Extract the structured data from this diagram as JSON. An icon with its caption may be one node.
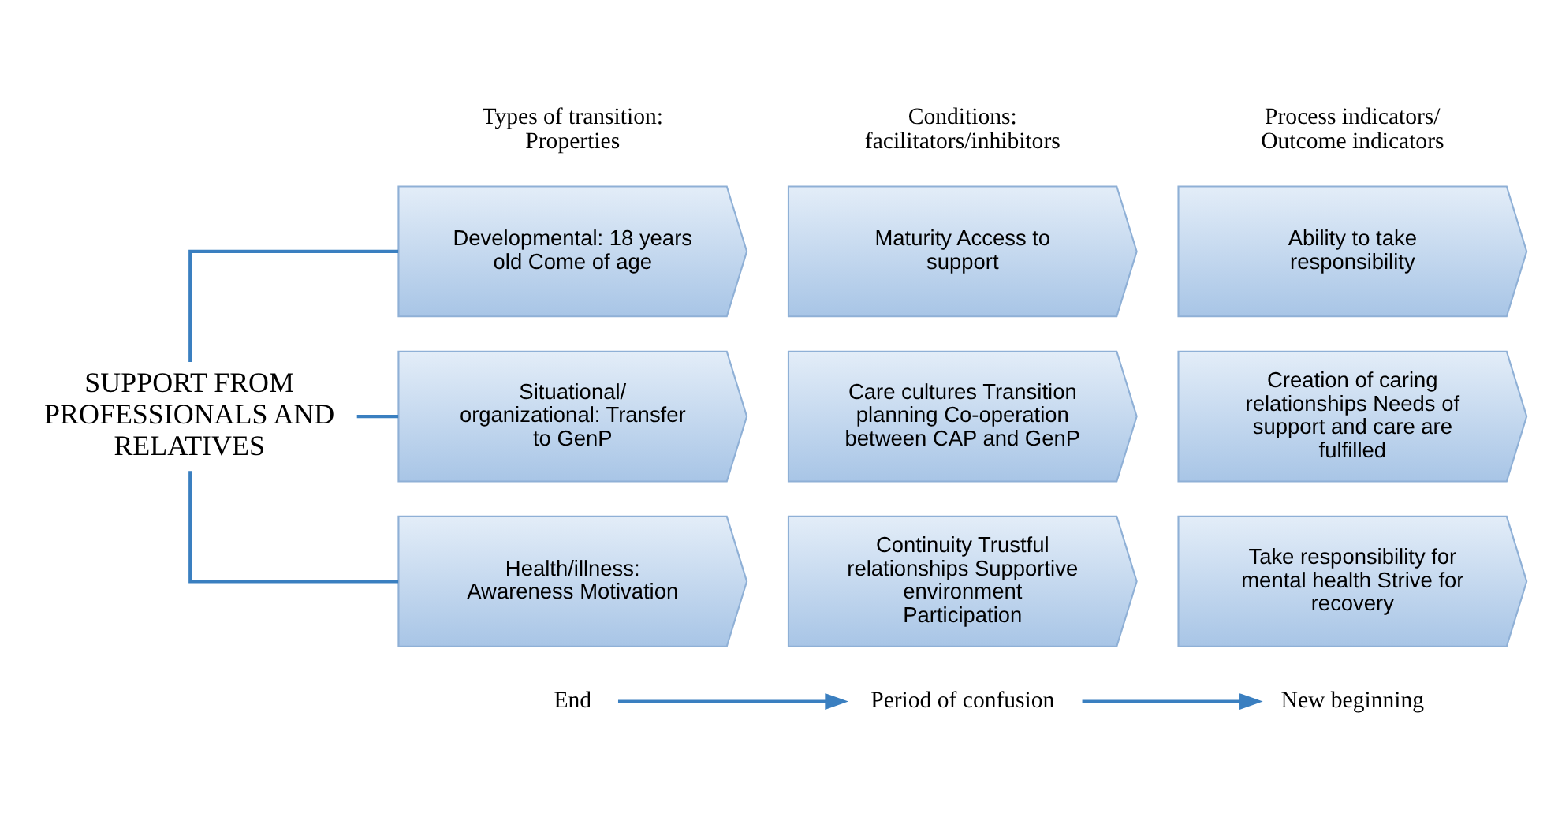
{
  "diagram": {
    "nodes": [
      {
        "text": [
          "SUPPORT FROM PROFESSIONALS AND RELATIVES"
        ]
      },
      {
        "text": [
          "Developmental: 18 years old Come of age"
        ]
      },
      {
        "text": [
          "Maturity Access to support"
        ]
      },
      {
        "text": [
          "Ability to take responsibility"
        ]
      },
      {
        "text": [
          "Situational/ organizational: Transfer to GenP"
        ]
      },
      {
        "text": [
          "Care cultures Transition planning Co-operation between CAP and GenP"
        ]
      },
      {
        "text": [
          "Creation of caring relationships Needs of support and care are fulfilled"
        ]
      },
      {
        "text": [
          "Health/illness: Awareness Motivation"
        ]
      },
      {
        "text": [
          "Continuity Trustful relationships Supportive environment Participation"
        ]
      },
      {
        "text": [
          "Take responsibility for mental health Strive for recovery"
        ]
      },
      {
        "text": [
          "End"
        ]
      },
      {
        "text": [
          "Period of confusion"
        ]
      },
      {
        "text": [
          "New beginning"
        ]
      }
    ],
    "edges": [
      {
        "from": 0,
        "to": 1,
        "arrow": "none"
      },
      {
        "from": 0,
        "to": 4,
        "arrow": "none"
      },
      {
        "from": 0,
        "to": 7,
        "arrow": "none"
      },
      {
        "from": 10,
        "to": 11,
        "arrow": "to"
      },
      {
        "from": 11,
        "to": 12,
        "arrow": "to"
      }
    ],
    "labels": [
      "Types of transition: Properties",
      "Conditions: facilitators/inhibitors",
      "Process indicators/ Outcome indicators"
    ]
  }
}
